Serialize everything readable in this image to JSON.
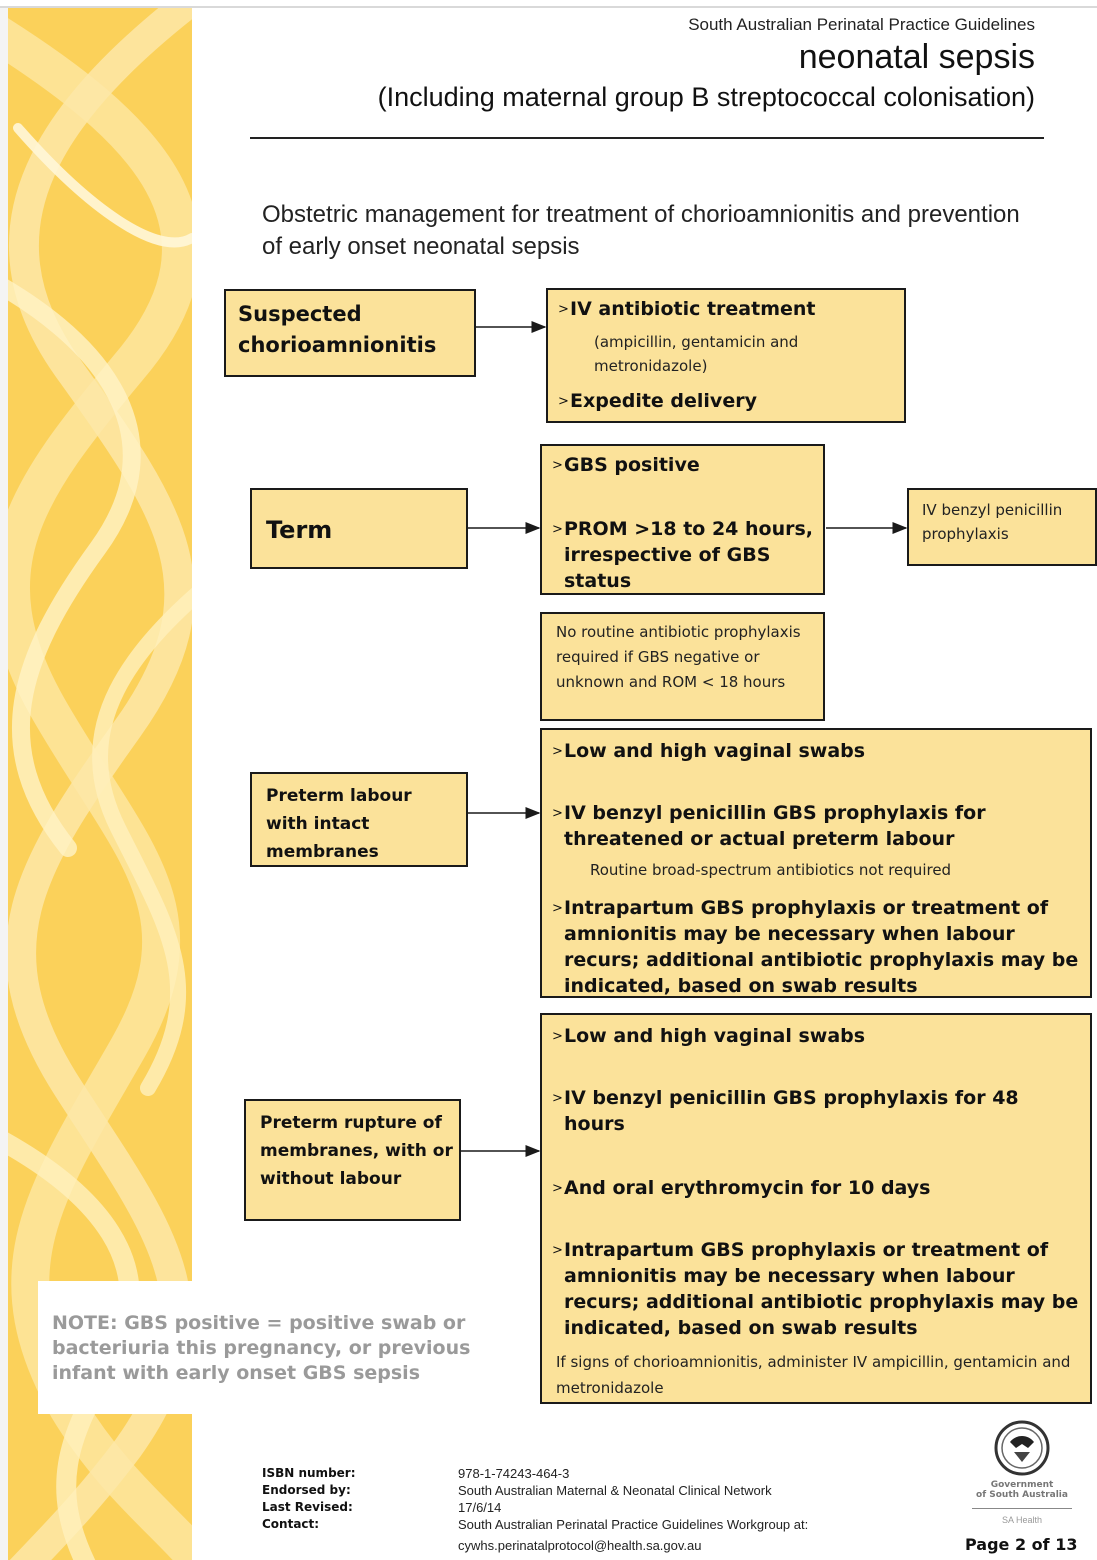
{
  "header": {
    "series": "South Australian Perinatal Practice Guidelines",
    "title": "neonatal sepsis",
    "subtitle": "(Including maternal group B streptococcal colonisation)"
  },
  "intro": "Obstetric management for treatment of chorioamnionitis and prevention of early onset neonatal sepsis",
  "flow": {
    "chorio": {
      "label": "Suspected chorioamnionitis",
      "treat1": "IV antibiotic treatment",
      "treat_note": "(ampicillin, gentamicin and metronidazole)",
      "treat2": "Expedite delivery"
    },
    "term": {
      "label": "Term",
      "item1": "GBS positive",
      "item2": "PROM >18 to 24 hours, irrespective of GBS status",
      "outcome": "IV benzyl penicillin prophylaxis",
      "no_routine": "No routine antibiotic prophylaxis required if GBS negative or unknown and ROM < 18 hours"
    },
    "preterm_labour": {
      "label": "Preterm labour with intact membranes",
      "item1": "Low and high vaginal swabs",
      "item2": "IV benzyl penicillin GBS prophylaxis for threatened or actual preterm labour",
      "item2_note": "Routine broad-spectrum antibiotics not required",
      "item3": "Intrapartum GBS prophylaxis or treatment of amnionitis may be necessary when labour recurs; additional antibiotic prophylaxis may be indicated, based on swab results"
    },
    "prom": {
      "label": "Preterm rupture of membranes, with or without labour",
      "item1": "Low and high vaginal swabs",
      "item2": "IV benzyl penicillin GBS prophylaxis for 48 hours",
      "item3": "And oral erythromycin for 10 days",
      "item4": "Intrapartum GBS prophylaxis or treatment of amnionitis may be necessary when labour recurs; additional antibiotic prophylaxis may be indicated, based on swab results",
      "note": "If signs of chorioamnionitis, administer IV ampicillin, gentamicin and metronidazole"
    }
  },
  "note": "NOTE: GBS positive = positive swab or bacteriuria this pregnancy, or previous infant with early onset GBS sepsis",
  "footer": {
    "isbn_label": "ISBN number:",
    "isbn": "978-1-74243-464-3",
    "endorsed_label": "Endorsed by:",
    "endorsed": "South Australian Maternal & Neonatal Clinical Network",
    "revised_label": "Last Revised:",
    "revised": "17/6/14",
    "contact_label": "Contact:",
    "contact": "South Australian Perinatal Practice Guidelines Workgroup at:",
    "email": "cywhs.perinatalprotocol@health.sa.gov.au",
    "logo_line1": "Government",
    "logo_line2": "of South Australia",
    "logo_line3": "SA Health",
    "page": "Page 2 of 13"
  },
  "colors": {
    "sidebar": "#fbd15a",
    "box_fill": "#fbe29a",
    "note_text": "#9a9a9a"
  }
}
